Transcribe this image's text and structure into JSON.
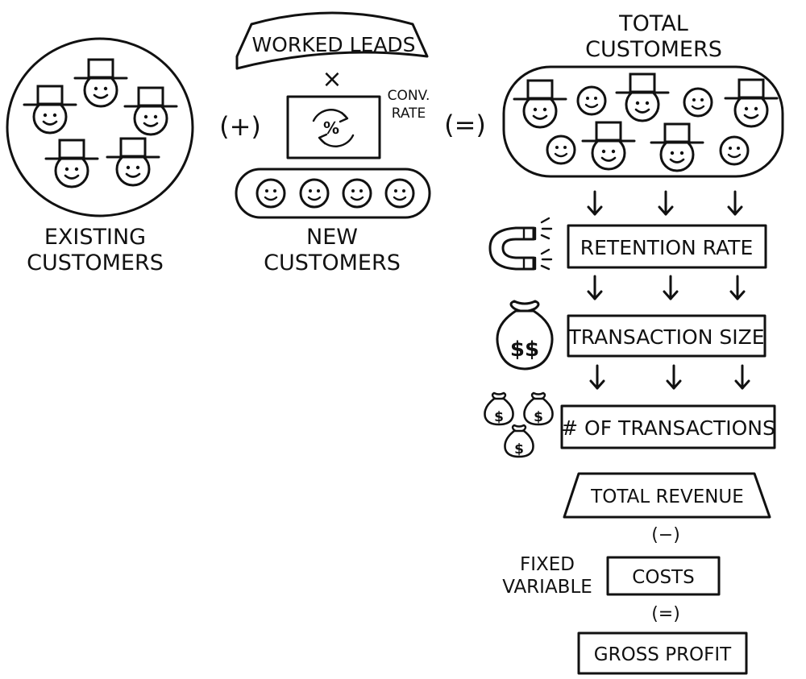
{
  "labels": {
    "existing_line1": "EXISTING",
    "existing_line2": "CUSTOMERS",
    "plus": "(+)",
    "worked_leads": "WORKED LEADS",
    "times": "×",
    "conv_line1": "CONV.",
    "conv_line2": "RATE",
    "percent": "%",
    "new_line1": "NEW",
    "new_line2": "CUSTOMERS",
    "equals": "(=)",
    "total_line1": "TOTAL",
    "total_line2": "CUSTOMERS",
    "retention_rate": "RETENTION RATE",
    "transaction_size": "TRANSACTION SIZE",
    "num_transactions": "# OF TRANSACTIONS",
    "total_revenue": "TOTAL REVENUE",
    "minus": "(−)",
    "fixed": "FIXED",
    "variable": "VARIABLE",
    "costs": "COSTS",
    "equals2": "(=)",
    "gross_profit": "GROSS PROFIT",
    "dollars_big": "$$",
    "dollar": "$"
  },
  "icons": [
    "top-hat-customer-icon",
    "smiley-customer-icon",
    "magnet-icon",
    "money-bag-icon",
    "percent-cycle-icon",
    "conveyor-belt-icon",
    "down-arrow-icon"
  ]
}
